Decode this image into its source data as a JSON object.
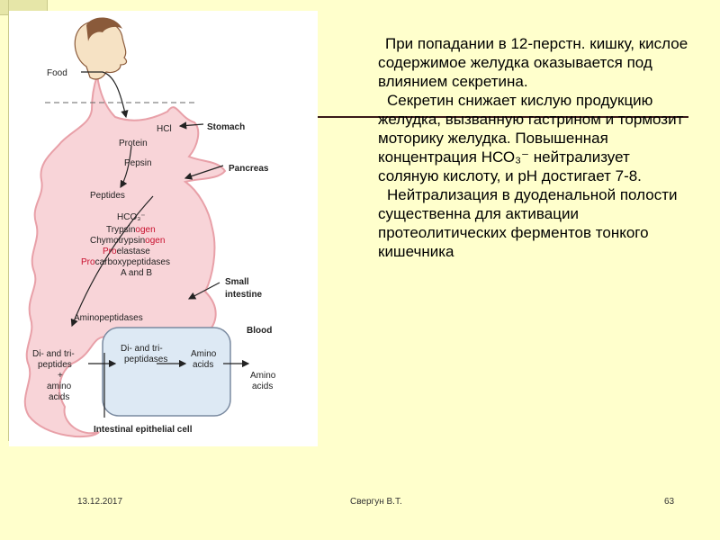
{
  "slide": {
    "paragraph1": "При попадании в 12-перстн. кишку, кислое содержимое желудка оказывается под влиянием секретина.",
    "paragraph2": "Секретин снижает кислую продукцию желудка, вызванную гастрином и тормозит моторику желудка. Повышенная концентрация НСО₃⁻ нейтрализует соляную кислоту, и pH достигает  7-8.",
    "paragraph3": "Нейтрализация в дуоденальной полости существенна для активации протеолитических ферментов тонкого кишечника"
  },
  "figure": {
    "food": "Food",
    "hcl": "HCl",
    "stomach": "Stomach",
    "protein": "Protein",
    "pepsin": "Pepsin",
    "pancreas": "Pancreas",
    "peptides": "Peptides",
    "hco3": "HCO₃⁻",
    "trypsin_a": "Trypsin",
    "trypsin_b": "ogen",
    "chymo_a": "Chymotrypsin",
    "chymo_b": "ogen",
    "pro_a": "Pro",
    "pro_b": "elastase",
    "procarb_a": "Pro",
    "procarb_b": "carboxypeptidases",
    "ab": "A and B",
    "small": "Small",
    "intestine": "intestine",
    "aminopeptidases": "Aminopeptidases",
    "blood": "Blood",
    "di_1": "Di- and tri-",
    "di_2": "peptides",
    "di_3": "+",
    "di_4": "amino",
    "di_5": "acids",
    "dipept_1": "Di- and tri-",
    "dipept_2": "peptidases",
    "amino_in_1": "Amino",
    "amino_in_2": "acids",
    "amino_out_1": "Amino",
    "amino_out_2": "acids",
    "epithelial": "Intestinal epithelial cell"
  },
  "footer": {
    "date": "13.12.2017",
    "author": "Свергун В.Т.",
    "page": "63"
  },
  "colors": {
    "background": "#ffffcc",
    "gut": "#f8d4d8",
    "gut_outline": "#e8a0a8",
    "cell": "#dde9f4",
    "enzyme_red": "#c8102e"
  }
}
